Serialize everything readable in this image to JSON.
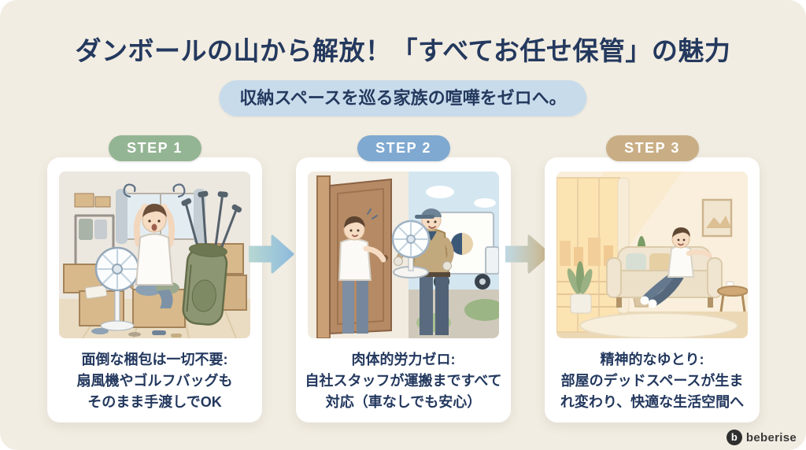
{
  "canvas": {
    "background": "#F2EDE2",
    "page_background": "#FFFFFF"
  },
  "header": {
    "title": "ダンボールの山から解放！「すべてお任せ保管」の魅力",
    "title_color": "#24395E",
    "subtitle": "収納スペースを巡る家族の喧嘩をゼロへ。",
    "subtitle_bg": "#C8DBEB",
    "subtitle_text_color": "#24395E"
  },
  "steps": [
    {
      "badge": "STEP 1",
      "badge_color": "#94B594",
      "illustration": "stressed-man-in-messy-room-with-boxes-fan-and-golf-bag",
      "caption_lines": [
        "面倒な梱包は一切不要:",
        "扇風機やゴルフバッグも",
        "そのまま手渡しでOK"
      ]
    },
    {
      "badge": "STEP 2",
      "badge_color": "#7FA9D0",
      "illustration": "delivery-staff-receiving-fan-at-door-with-truck-outside",
      "caption_lines": [
        "肉体的労力ゼロ:",
        "自社スタッフが運搬まですべて",
        "対応（車なしでも安心）"
      ]
    },
    {
      "badge": "STEP 3",
      "badge_color": "#C9AE85",
      "illustration": "man-relaxing-on-sofa-in-tidy-bright-living-room",
      "caption_lines": [
        "精神的なゆとり:",
        "部屋のデッドスペースが生ま",
        "れ変わり、快適な生活空間へ"
      ]
    }
  ],
  "arrows": [
    {
      "direction": "right",
      "gradient_start": "#B7D7D1",
      "gradient_end": "#8FBCDE"
    },
    {
      "direction": "right",
      "gradient_start": "#BFD8E3",
      "gradient_end": "#CDB68A"
    }
  ],
  "footer": {
    "logo_mark": "b",
    "logo_text": "beberise"
  }
}
